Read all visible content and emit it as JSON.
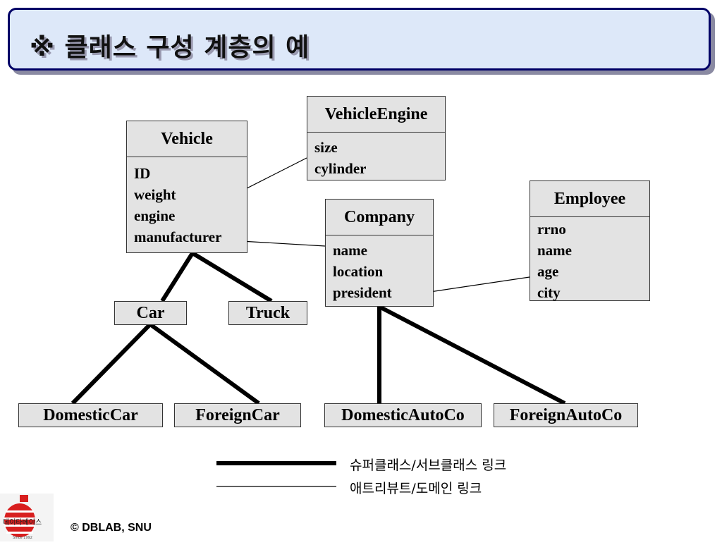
{
  "title": "※ 클래스 구성 계층의 예",
  "classes": {
    "vehicle": {
      "name": "Vehicle",
      "attrs": [
        "ID",
        "weight",
        "engine",
        "manufacturer"
      ]
    },
    "vehicle_engine": {
      "name": "VehicleEngine",
      "attrs": [
        "size",
        "cylinder"
      ]
    },
    "company": {
      "name": "Company",
      "attrs": [
        "name",
        "location",
        "president"
      ]
    },
    "employee": {
      "name": "Employee",
      "attrs": [
        "rrno",
        "name",
        "age",
        "city"
      ]
    }
  },
  "subclasses": {
    "car": "Car",
    "truck": "Truck",
    "domestic_car": "DomesticCar",
    "foreign_car": "ForeignCar",
    "domestic_auto_co": "DomesticAutoCo",
    "foreign_auto_co": "ForeignAutoCo"
  },
  "legend": {
    "superclass_link": "슈퍼클래스/서브클래스 링크",
    "attribute_link": "애트리뷰트/도메인 링크"
  },
  "footer": "© DBLAB, SNU",
  "logo": {
    "text": "데이타베이스",
    "since": "Since 1992"
  },
  "colors": {
    "title_bg": "#dde8f9",
    "title_border": "#000066",
    "box_bg": "#e3e3e3",
    "logo_red": "#d81e1e"
  }
}
